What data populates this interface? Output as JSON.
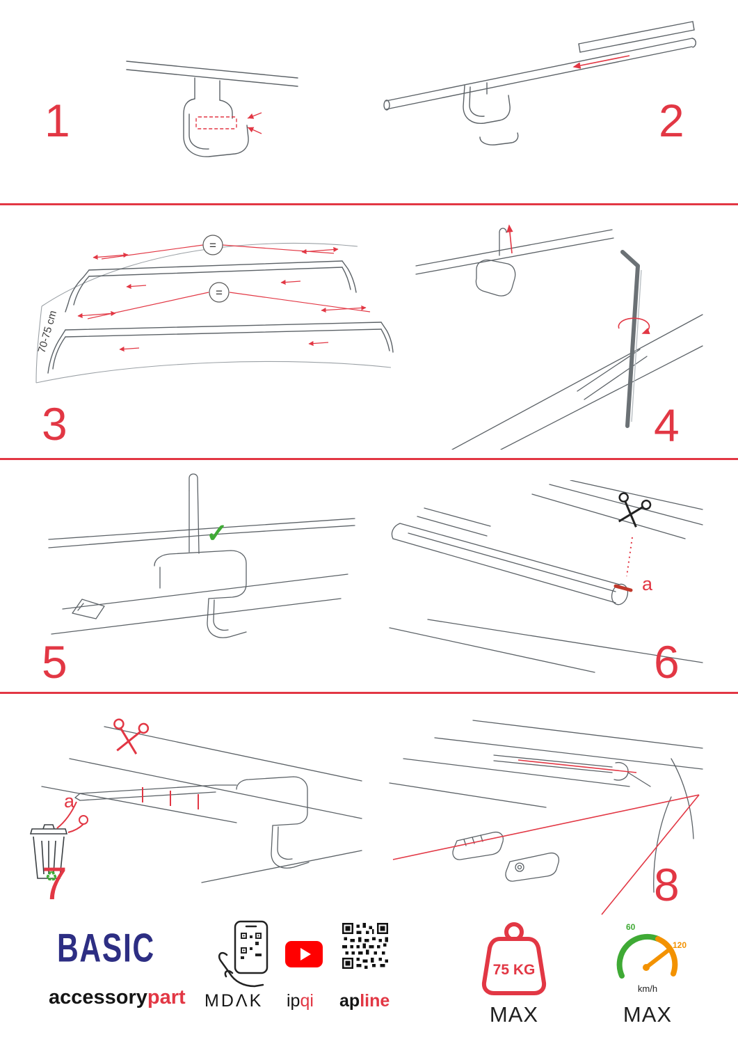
{
  "steps": [
    {
      "number": "1"
    },
    {
      "number": "2"
    },
    {
      "number": "3"
    },
    {
      "number": "4"
    },
    {
      "number": "5"
    },
    {
      "number": "6"
    },
    {
      "number": "7"
    },
    {
      "number": "8"
    }
  ],
  "annotations": {
    "measure": "70-75 cm",
    "equal": "=",
    "label_a": "a"
  },
  "icons": {
    "checkmark": "✓",
    "recycle": "♻",
    "scissors": "scissors-shape",
    "youtube_play": "play-triangle",
    "qr_code": "qr-pattern",
    "phone_scan": "phone-with-qr-and-hand",
    "weight": "kettlebell-weight",
    "speedometer": "gauge"
  },
  "footer": {
    "logo_title": "BASIC",
    "logo_sub_left": "accessory",
    "logo_sub_right": "part",
    "brand_phone": "MDΛK",
    "brand_video_left": "ip",
    "brand_video_right": "qi",
    "brand_qr_left": "ap",
    "brand_qr_right": "line",
    "weight_value": "75 KG",
    "weight_max_label": "MAX",
    "speed_low": "60",
    "speed_high": "120",
    "speed_unit": "km/h",
    "speed_max_label": "MAX"
  },
  "colors": {
    "accent_red": "#e23744",
    "brand_blue": "#2d2e83",
    "green": "#3faa35",
    "orange": "#f39200",
    "youtube_red": "#ff0000",
    "line_gray": "#5b6166"
  }
}
